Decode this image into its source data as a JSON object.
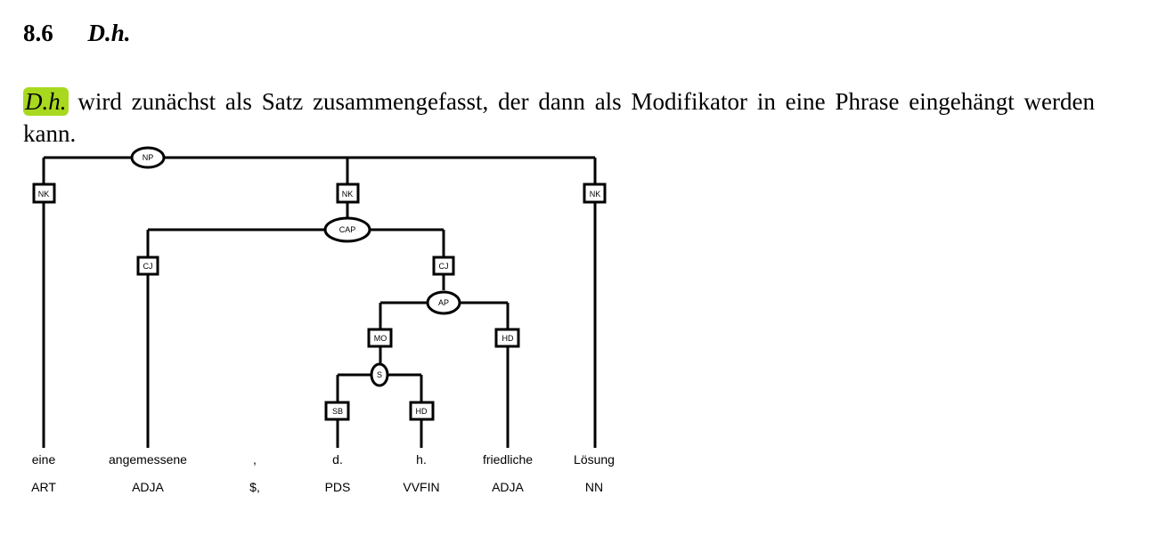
{
  "heading": {
    "number": "8.6",
    "title": "D.h."
  },
  "paragraph": {
    "highlight": "D.h.",
    "text": " wird zunächst als Satz zusammengefasst, der dann als Modifikator in eine Phrase eingehängt werden kann."
  },
  "tree": {
    "phrase_nodes": [
      {
        "id": "np",
        "label": "NP"
      },
      {
        "id": "cap",
        "label": "CAP"
      },
      {
        "id": "ap",
        "label": "AP"
      },
      {
        "id": "s",
        "label": "S"
      }
    ],
    "edge_labels": [
      {
        "id": "nk1",
        "label": "NK"
      },
      {
        "id": "nk2",
        "label": "NK"
      },
      {
        "id": "nk3",
        "label": "NK"
      },
      {
        "id": "cj1",
        "label": "CJ"
      },
      {
        "id": "cj2",
        "label": "CJ"
      },
      {
        "id": "mo",
        "label": "MO"
      },
      {
        "id": "hd1",
        "label": "HD"
      },
      {
        "id": "sb",
        "label": "SB"
      },
      {
        "id": "hd2",
        "label": "HD"
      }
    ],
    "tokens": [
      {
        "word": "eine",
        "pos": "ART"
      },
      {
        "word": "angemessene",
        "pos": "ADJA"
      },
      {
        "word": ",",
        "pos": "$,"
      },
      {
        "word": "d.",
        "pos": "PDS"
      },
      {
        "word": "h.",
        "pos": "VVFIN"
      },
      {
        "word": "friedliche",
        "pos": "ADJA"
      },
      {
        "word": "Lösung",
        "pos": "NN"
      }
    ]
  }
}
